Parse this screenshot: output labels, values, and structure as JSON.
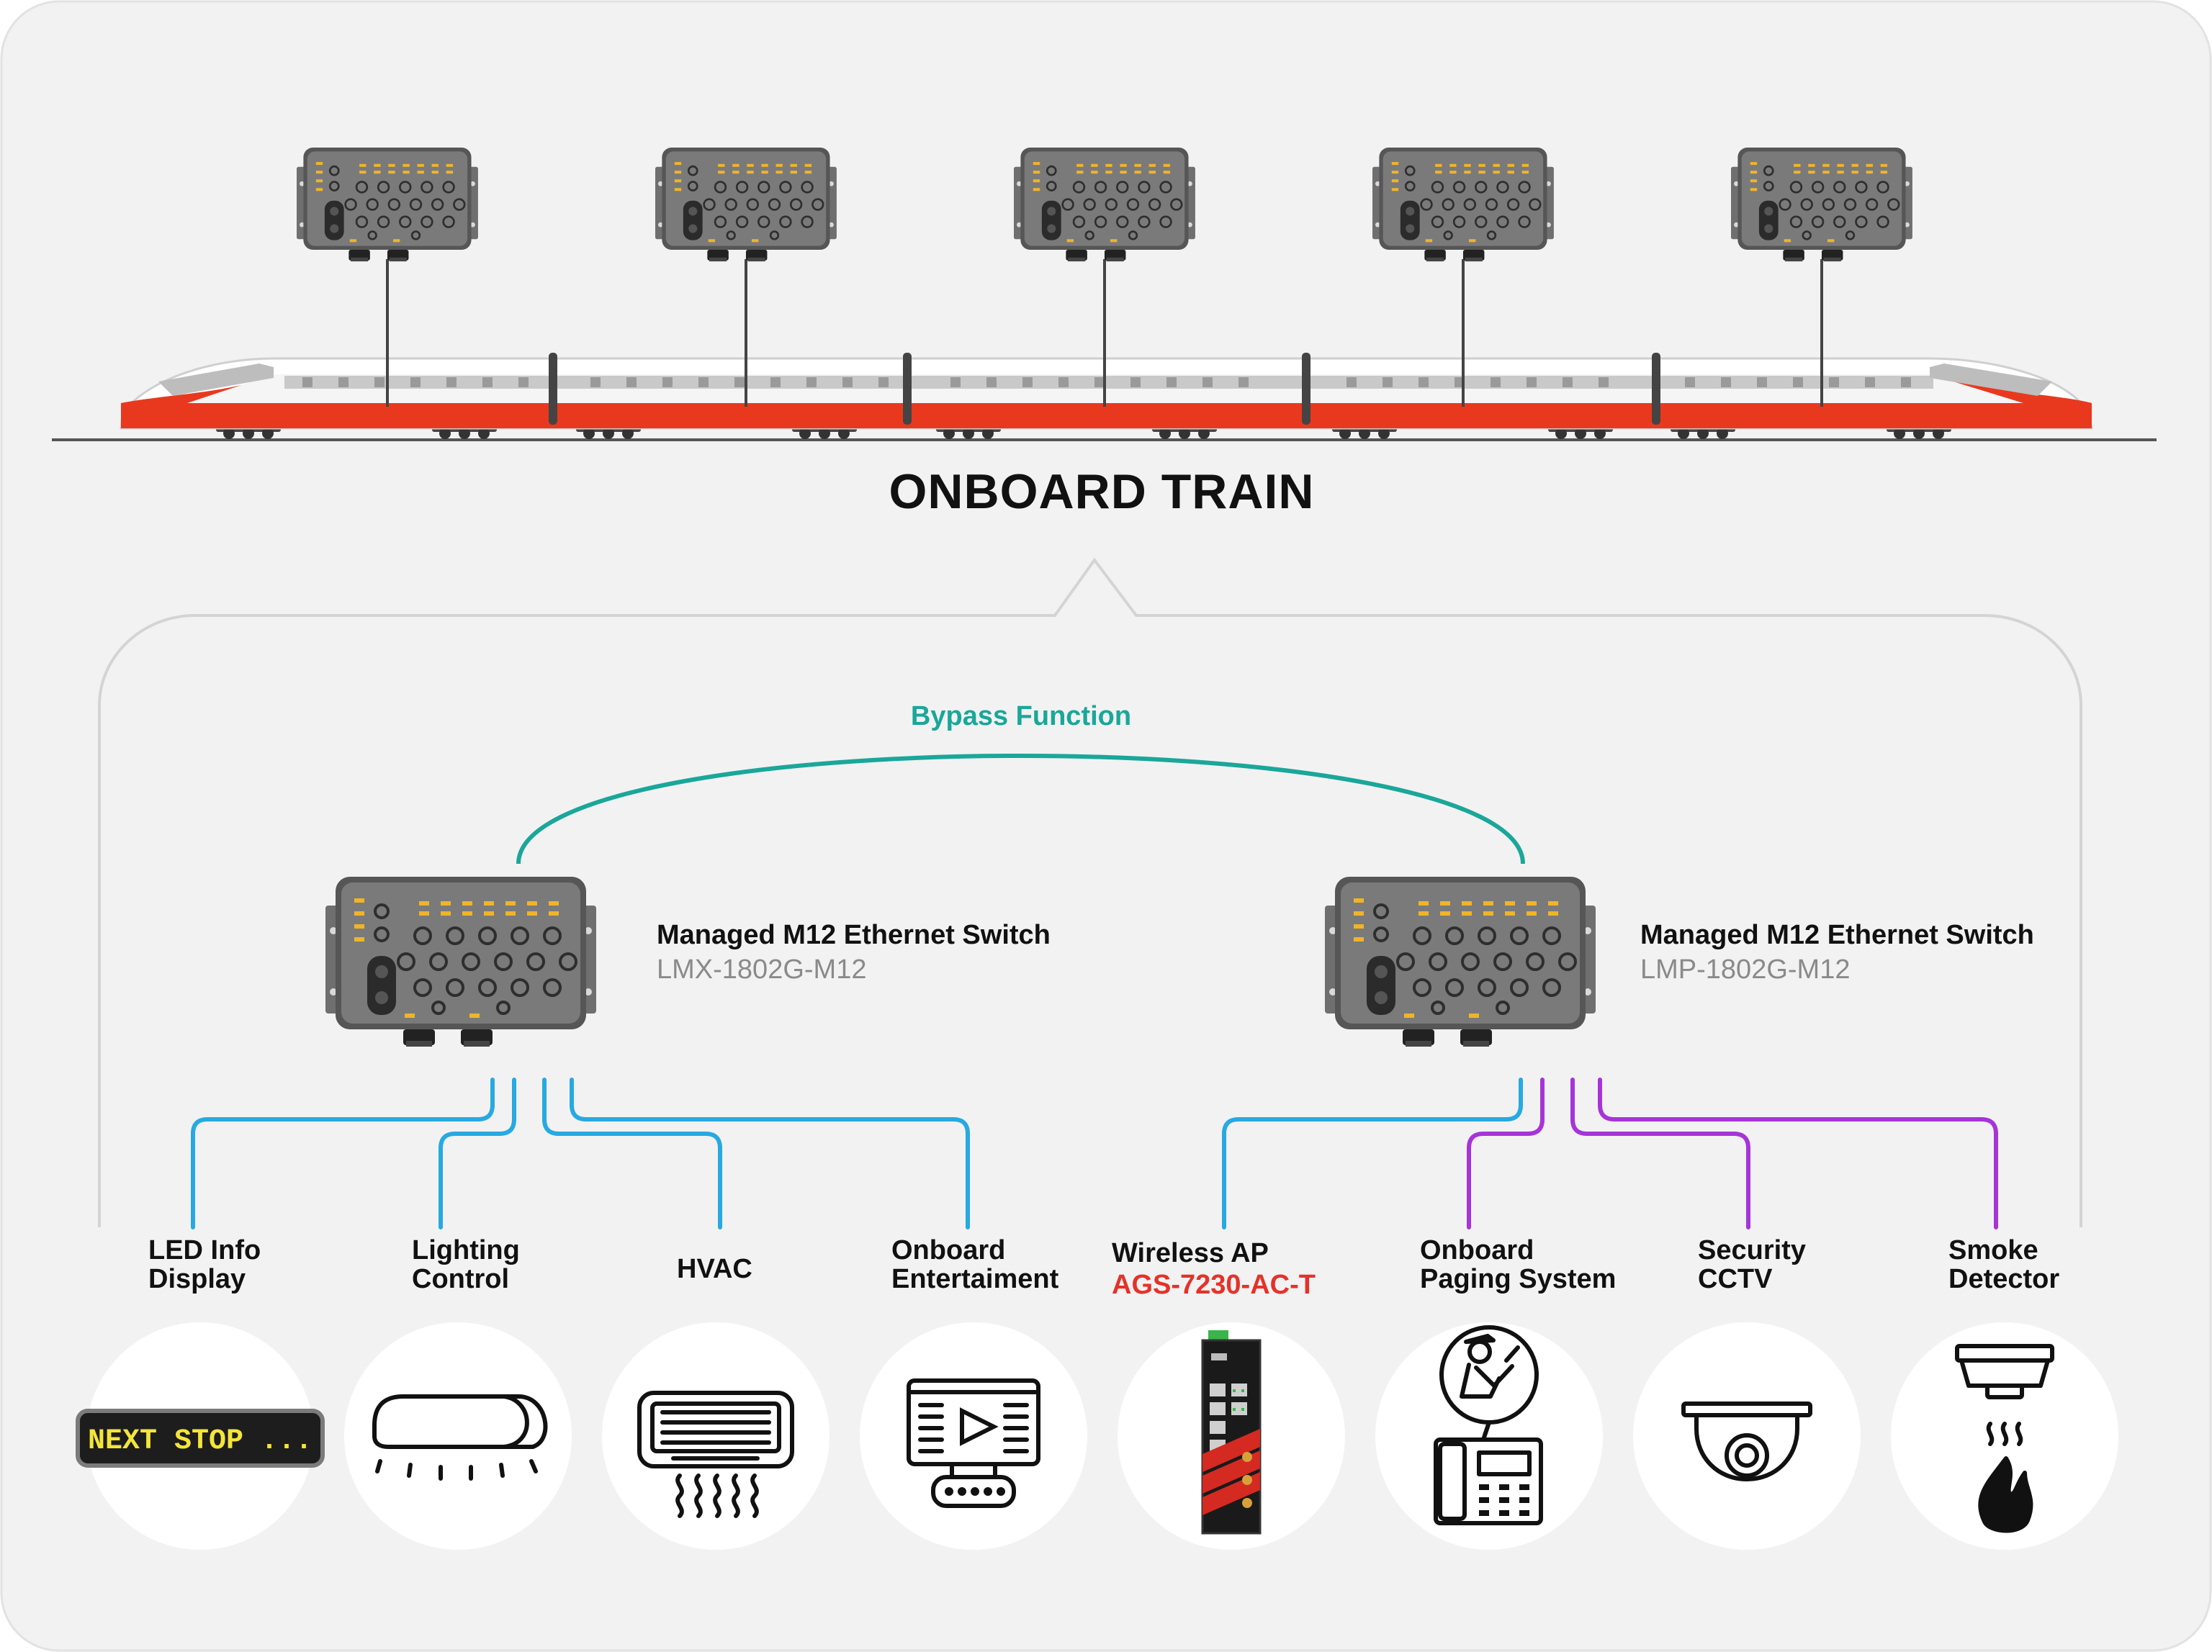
{
  "title": "ONBOARD TRAIN",
  "bypass_label": "Bypass Function",
  "switches": [
    {
      "title": "Managed M12 Ethernet Switch",
      "model": "LMX-1802G-M12"
    },
    {
      "title": "Managed M12 Ethernet Switch",
      "model": "LMP-1802G-M12"
    }
  ],
  "devices": [
    {
      "line1": "LED Info",
      "line2": "Display",
      "icon": "led-display-icon",
      "icon_text": "NEXT STOP ..."
    },
    {
      "line1": "Lighting",
      "line2": "Control",
      "icon": "light-fixture-icon"
    },
    {
      "line1": "HVAC",
      "line2": "",
      "icon": "air-conditioner-icon"
    },
    {
      "line1": "Onboard",
      "line2": "Entertaiment",
      "icon": "media-player-icon"
    },
    {
      "line1": "Wireless AP",
      "line2": "AGS-7230-AC-T",
      "icon": "wireless-ap-icon"
    },
    {
      "line1": "Onboard",
      "line2": "Paging System",
      "icon": "paging-system-icon"
    },
    {
      "line1": "Security",
      "line2": "CCTV",
      "icon": "cctv-camera-icon"
    },
    {
      "line1": "Smoke",
      "line2": "Detector",
      "icon": "smoke-detector-icon"
    }
  ],
  "colors": {
    "bypass": "#1aa79a",
    "blue_link": "#27a9e1",
    "purple_link": "#a634d8",
    "train_red": "#e8391f",
    "model_red": "#e53229"
  }
}
